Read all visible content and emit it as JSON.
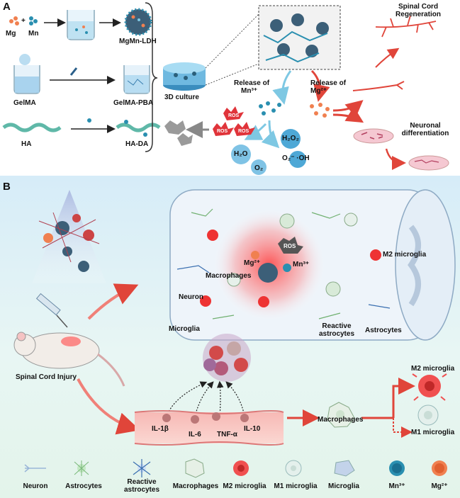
{
  "panelA": {
    "letter": "A",
    "mg": "Mg",
    "plus": "+",
    "mn": "Mn",
    "mgmn_ldh": "MgMn-LDH",
    "gelma": "GelMA",
    "gelma_pba": "GelMA-PBA",
    "ha": "HA",
    "ha_da": "HA-DA",
    "culture": "3D culture",
    "release_mn": "Release of",
    "release_mn_ion": "Mn³⁺",
    "release_mg": "Release of",
    "release_mg_ion": "Mg²⁺",
    "ros": "ROS",
    "h2o2": "H₂O₂",
    "o2_oh": "O₂⁻ ·OH",
    "h2o": "H₂O",
    "o2": "O₂",
    "scr_line1": "Spinal Cord",
    "scr_line2": "Regeneration",
    "neuro_line1": "Neuronal",
    "neuro_line2": "differentiation"
  },
  "panelB": {
    "letter": "B",
    "injury": "Spinal Cord Injury",
    "neuron": "Neuron",
    "microglia": "Microglia",
    "macrophages": "Macrophages",
    "mg_ion": "Mg²⁺",
    "mn_ion": "Mn³⁺",
    "ros": "ROS",
    "m2": "M2 microglia",
    "reactive_line1": "Reactive",
    "reactive_line2": "astrocytes",
    "astrocytes": "Astrocytes",
    "il1b": "IL-1β",
    "il6": "IL-6",
    "tnfa": "TNF-α",
    "il10": "IL-10",
    "macrophages2": "Macrophages",
    "m2_right": "M2 microglia",
    "m1_right": "M1 microglia"
  },
  "legend": {
    "neuron": "Neuron",
    "astrocytes": "Astrocytes",
    "reactive_line1": "Reactive",
    "reactive_line2": "astrocytes",
    "macrophages": "Macrophages",
    "m2": "M2 microglia",
    "m1": "M1 microglia",
    "microglia": "Microglia",
    "mn": "Mn³⁺",
    "mg": "Mg²⁺"
  },
  "colors": {
    "arrow_red": "#e0453a",
    "mn_teal": "#2a8fb0",
    "mg_orange": "#f08050",
    "ros_red": "#e0343a",
    "background_b": "#dcf0f4"
  }
}
